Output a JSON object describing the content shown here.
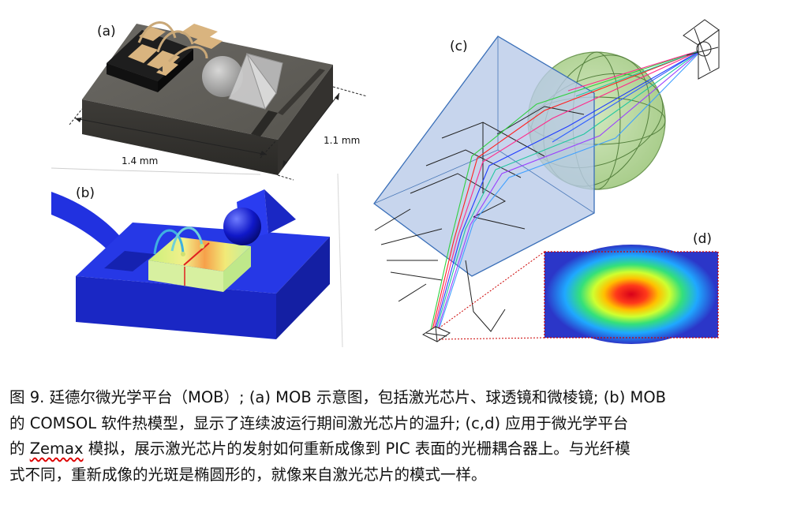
{
  "figure": {
    "panel_a": {
      "label": "(a)",
      "dim_width": "1.4 mm",
      "dim_depth": "1.1 mm"
    },
    "panel_b": {
      "label": "(b)"
    },
    "panel_c": {
      "label": "(c)"
    },
    "panel_d": {
      "label": "(d)"
    }
  },
  "caption": {
    "line1": "图 9. 廷德尔微光学平台（MOB）; (a) MOB 示意图，包括激光芯片、球透镜和微棱镜; (b) MOB",
    "line2": "的 COMSOL 软件热模型，显示了连续波运行期间激光芯片的温升; (c,d) 应用于微光学平台",
    "line3_pre": "的 ",
    "line3_word": "Zemax",
    "line3_post": " 模拟，展示激光芯片的发射如何重新成像到 PIC 表面的光栅耦合器上。与光纤模",
    "line4": "式不同，重新成像的光斑是椭圆形的，就像来自激光芯片的模式一样。"
  },
  "colors": {
    "substrate_dark": "#4a4844",
    "gold_pad": "#d9b47f",
    "comsol_blue": "#1f2bd9",
    "zemax_prism": "#b9cbe8",
    "zemax_ball": "#b8d8a0",
    "grating_border": "#cc0000"
  }
}
